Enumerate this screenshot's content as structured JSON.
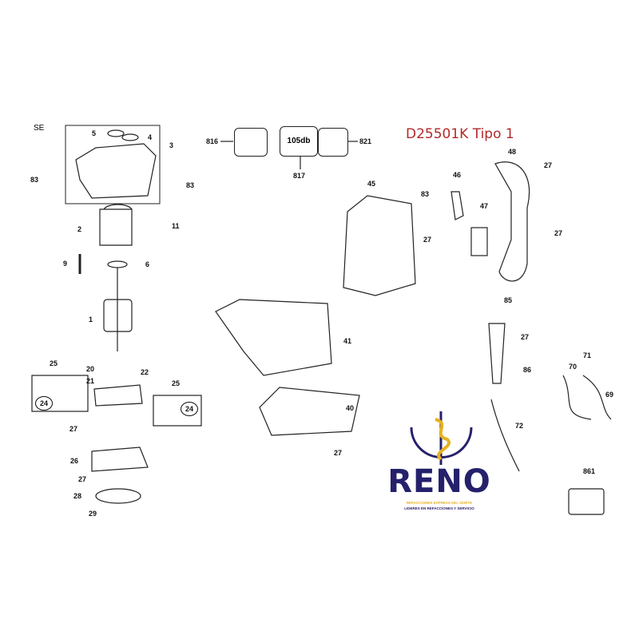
{
  "title": "D25501K Tipo 1",
  "section": "SE",
  "labels_box": {
    "db": "105db"
  },
  "parts": {
    "p5": "5",
    "p4": "4",
    "p3": "3",
    "p83a": "83",
    "p83b": "83",
    "p2": "2",
    "p11": "11",
    "p9": "9",
    "p6": "6",
    "p1": "1",
    "p25a": "25",
    "p24a": "24",
    "p20": "20",
    "p21": "21",
    "p22": "22",
    "p25b": "25",
    "p24b": "24",
    "p27a": "27",
    "p26": "26",
    "p27b": "27",
    "p28": "28",
    "p29": "29",
    "p816": "816",
    "p817": "817",
    "p821": "821",
    "p45": "45",
    "p83c": "83",
    "p27c": "27",
    "p46": "46",
    "p47": "47",
    "p48": "48",
    "p27d": "27",
    "p27e": "27",
    "p41": "41",
    "p40": "40",
    "p27f": "27",
    "p85": "85",
    "p27g": "27",
    "p86": "86",
    "p71": "71",
    "p70": "70",
    "p69": "69",
    "p72": "72",
    "p861": "861"
  },
  "logo": {
    "name": "RENO",
    "tagline1": "REFACCIONES EXPRESS DEL NORTE",
    "tagline2": "LIDERES EN REFACCIONES Y SERVICIO",
    "primary": "#25206b",
    "accent": "#e7b21e"
  },
  "colors": {
    "title": "#b22a2a"
  }
}
